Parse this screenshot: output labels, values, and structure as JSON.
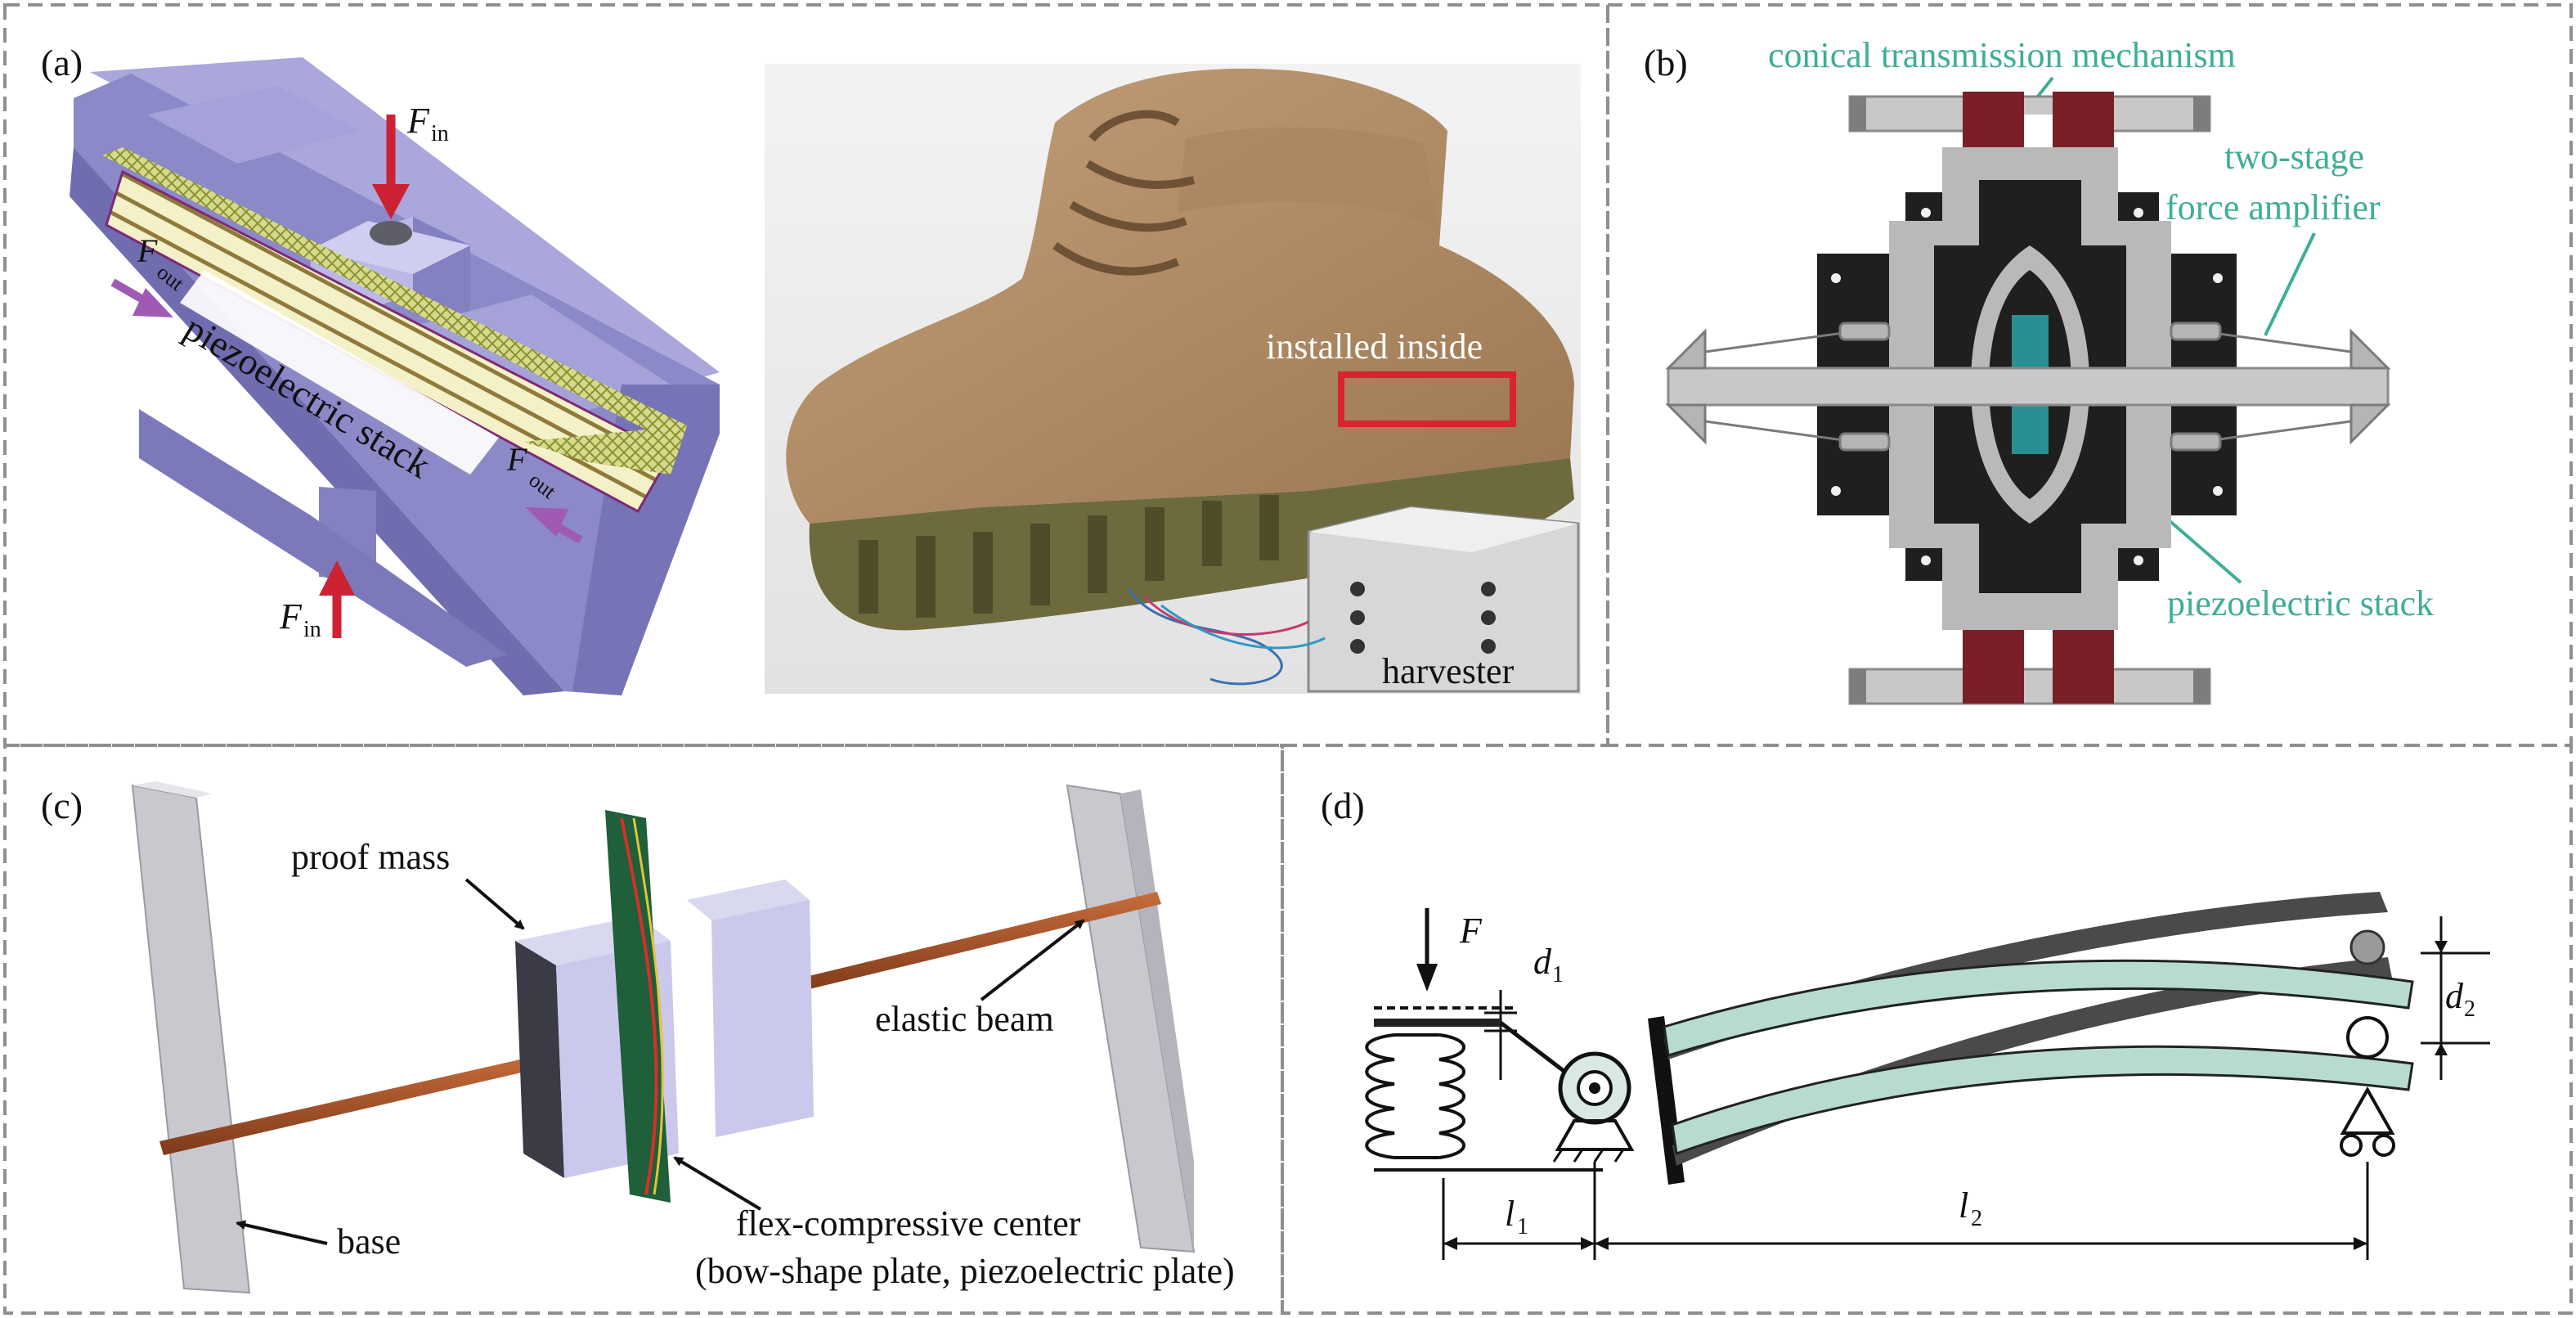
{
  "panel_a": {
    "label": "(a)",
    "f_in": "F",
    "f_in_sub": "in",
    "f_out": "F",
    "f_out_sub": "out",
    "stack_label": "piezoelectric stack",
    "installed_label": "installed inside",
    "harvester_label": "harvester"
  },
  "panel_b": {
    "label": "(b)",
    "conical_label": "conical transmission mechanism",
    "amplifier_line1": "two-stage",
    "amplifier_line2": "force amplifier",
    "stack_label": "piezoelectric stack"
  },
  "panel_c": {
    "label": "(c)",
    "proof_mass": "proof mass",
    "elastic_beam": "elastic beam",
    "base": "base",
    "center_line1": "flex-compressive center",
    "center_line2": "(bow-shape plate, piezoelectric plate)"
  },
  "panel_d": {
    "label": "(d)",
    "force": "F",
    "d1": "d",
    "d1_sub": "1",
    "d2": "d",
    "d2_sub": "2",
    "l1": "l",
    "l1_sub": "1",
    "l2": "l",
    "l2_sub": "2"
  },
  "colors": {
    "frame_dash": "#8f8f8f",
    "housing": "#8c89c8",
    "arrow_red": "#cc2233",
    "arrow_purple": "#a05ab4",
    "teal_label": "#3fae96",
    "dark_red": "#7a1f28",
    "beam_copper": "#a5522b",
    "leaf_green": "#b7dccf"
  }
}
